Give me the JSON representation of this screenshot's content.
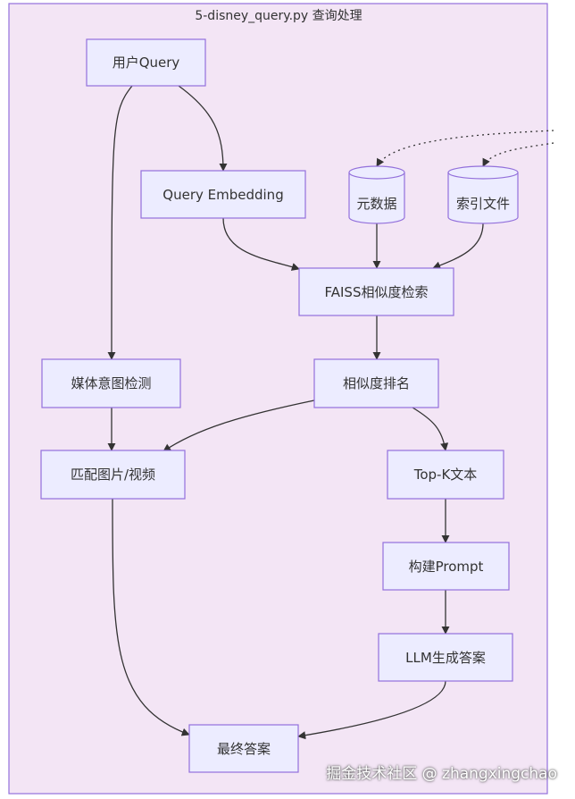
{
  "cluster": {
    "title": "5-disney_query.py 查询处理"
  },
  "nodes": {
    "user_query": "用户Query",
    "query_embedding": "Query Embedding",
    "metadata": "元数据",
    "index_file": "索引文件",
    "faiss_search": "FAISS相似度检索",
    "media_intent": "媒体意图检测",
    "similarity_rank": "相似度排名",
    "match_media": "匹配图片/视频",
    "topk_text": "Top-K文本",
    "build_prompt": "构建Prompt",
    "llm_answer": "LLM生成答案",
    "final_answer": "最终答案"
  },
  "watermark": "掘金技术社区 @ zhangxingchao",
  "colors": {
    "cluster_fill": "#F3E5F5",
    "cluster_stroke": "#9370DB",
    "node_fill": "#ECECFF",
    "node_stroke": "#9370DB",
    "edge": "#333333"
  }
}
